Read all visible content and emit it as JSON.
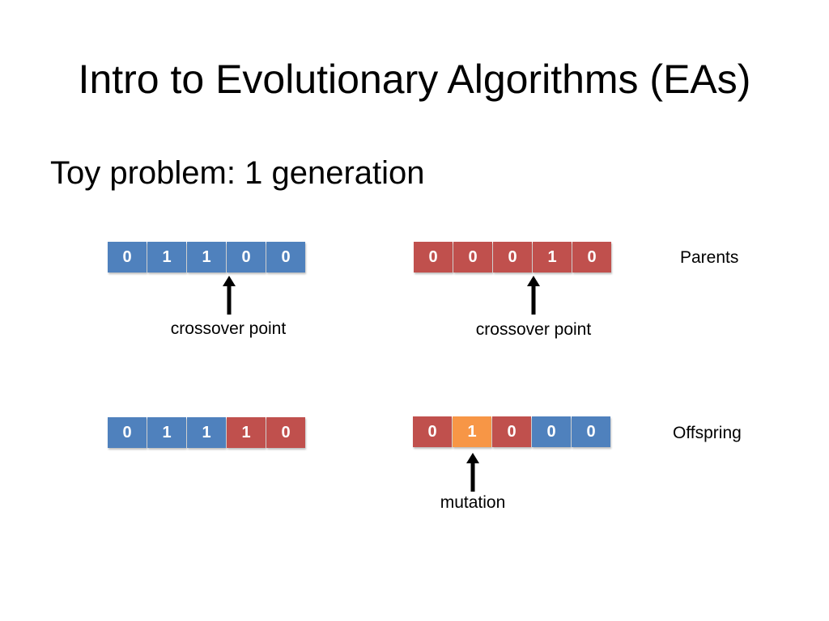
{
  "slide": {
    "title": "Intro to Evolutionary Algorithms (EAs)",
    "subtitle": "Toy problem: 1 generation"
  },
  "colors": {
    "blue": "#4f81bd",
    "red": "#c0504d",
    "orange": "#f79646",
    "arrow": "#000000"
  },
  "parents": {
    "label": "Parents",
    "parent_1": {
      "genes": [
        {
          "value": "0",
          "color": "#4f81bd"
        },
        {
          "value": "1",
          "color": "#4f81bd"
        },
        {
          "value": "1",
          "color": "#4f81bd"
        },
        {
          "value": "0",
          "color": "#4f81bd"
        },
        {
          "value": "0",
          "color": "#4f81bd"
        }
      ],
      "caption": "crossover point",
      "arrow_icon": "up-arrow-icon"
    },
    "parent_2": {
      "genes": [
        {
          "value": "0",
          "color": "#c0504d"
        },
        {
          "value": "0",
          "color": "#c0504d"
        },
        {
          "value": "0",
          "color": "#c0504d"
        },
        {
          "value": "1",
          "color": "#c0504d"
        },
        {
          "value": "0",
          "color": "#c0504d"
        }
      ],
      "caption": "crossover point",
      "arrow_icon": "up-arrow-icon"
    }
  },
  "offspring": {
    "label": "Offspring",
    "child_1": {
      "genes": [
        {
          "value": "0",
          "color": "#4f81bd"
        },
        {
          "value": "1",
          "color": "#4f81bd"
        },
        {
          "value": "1",
          "color": "#4f81bd"
        },
        {
          "value": "1",
          "color": "#c0504d"
        },
        {
          "value": "0",
          "color": "#c0504d"
        }
      ]
    },
    "child_2": {
      "genes": [
        {
          "value": "0",
          "color": "#c0504d"
        },
        {
          "value": "1",
          "color": "#f79646"
        },
        {
          "value": "0",
          "color": "#c0504d"
        },
        {
          "value": "0",
          "color": "#4f81bd"
        },
        {
          "value": "0",
          "color": "#4f81bd"
        }
      ],
      "caption": "mutation",
      "arrow_icon": "up-arrow-icon"
    }
  }
}
